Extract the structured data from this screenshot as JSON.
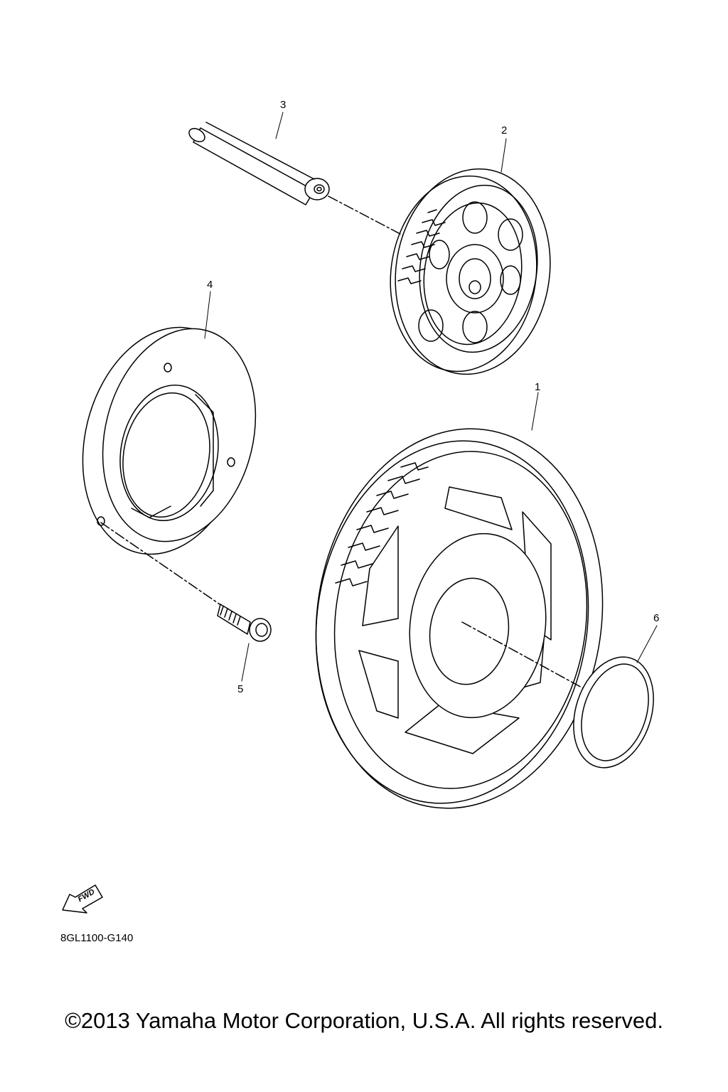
{
  "diagram_code": "8GL1100-G140",
  "copyright": "©2013 Yamaha Motor Corporation, U.S.A. All rights reserved.",
  "fwd_label": "FWD",
  "callouts": [
    {
      "id": "1",
      "text": "1"
    },
    {
      "id": "2",
      "text": "2"
    },
    {
      "id": "3",
      "text": "3"
    },
    {
      "id": "4",
      "text": "4"
    },
    {
      "id": "5",
      "text": "5"
    },
    {
      "id": "6",
      "text": "6"
    }
  ],
  "parts": [
    "pin-shaft",
    "idler-gear",
    "starter-clutch-assy",
    "bolt",
    "starter-wheel-gear",
    "washer"
  ]
}
